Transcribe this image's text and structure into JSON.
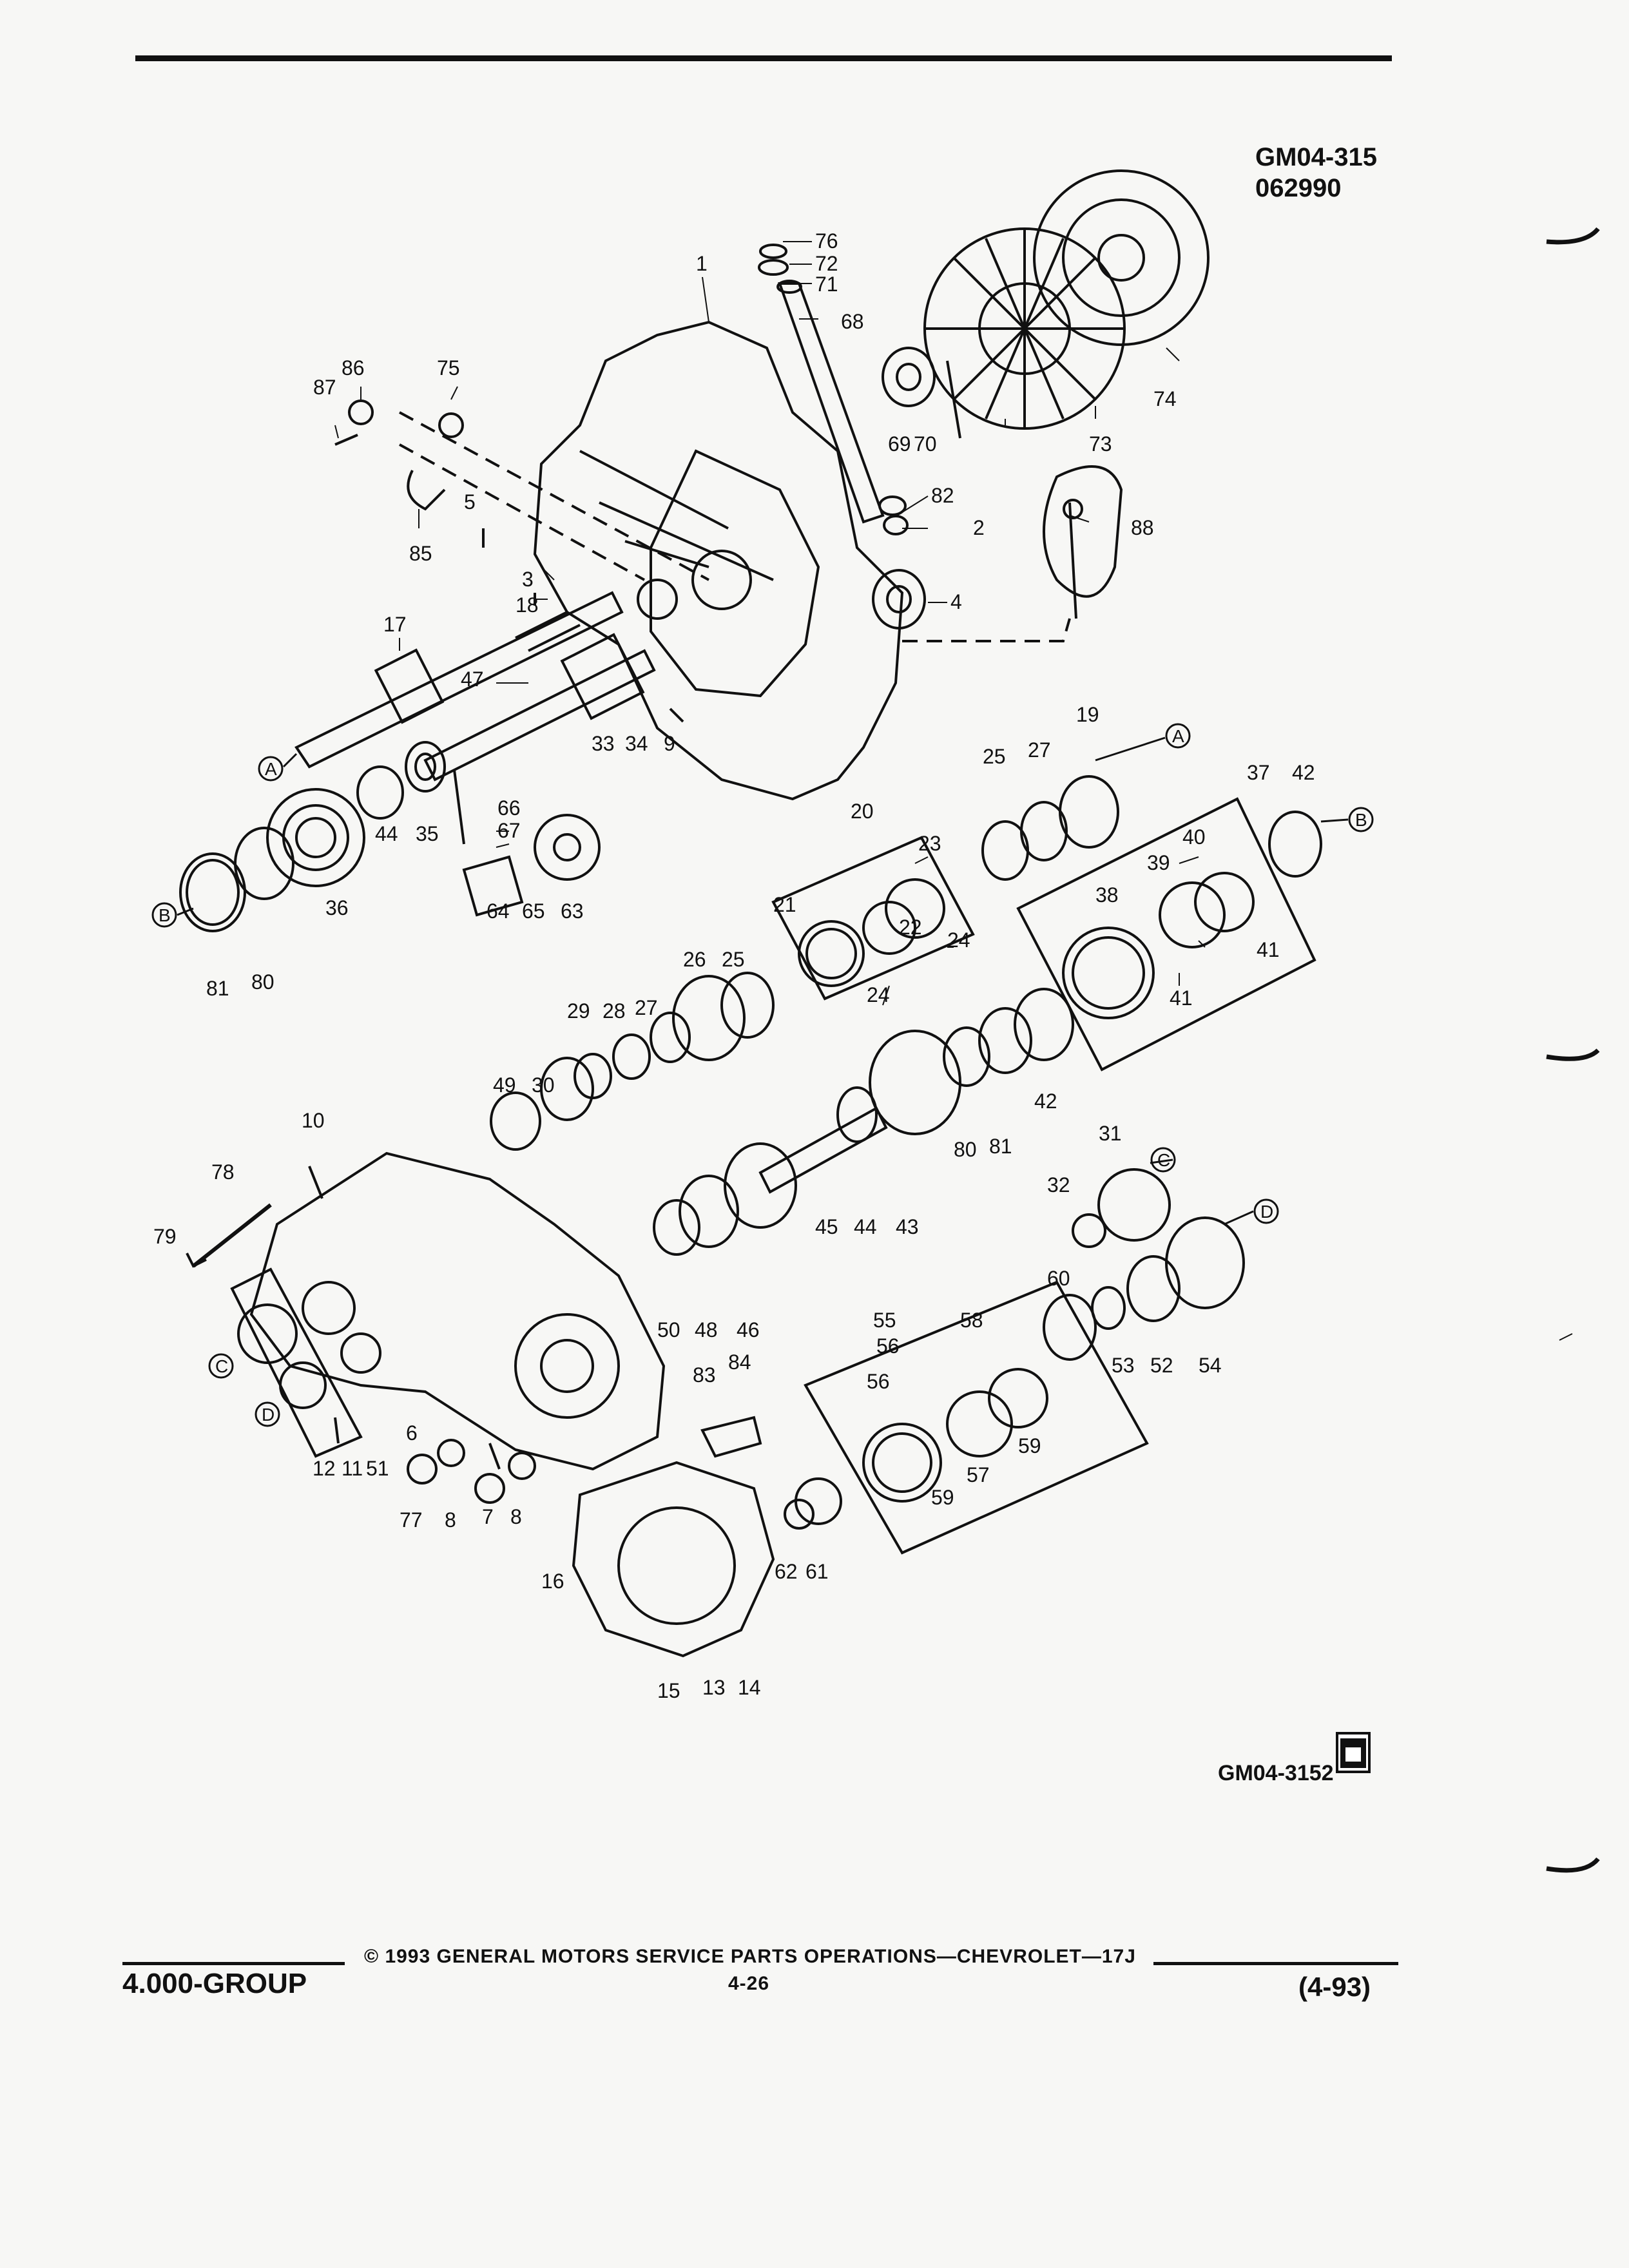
{
  "header": {
    "code_line1": "GM04-315",
    "code_line2": "062990"
  },
  "figure_code": "GM04-3152",
  "footer": {
    "group": "4.000-GROUP",
    "copyright": "© 1993 GENERAL MOTORS SERVICE PARTS OPERATIONS—CHEVROLET—17J",
    "page": "4-26",
    "revision": "(4-93)"
  },
  "diagram": {
    "part_numbers": [
      "1",
      "2",
      "3",
      "4",
      "5",
      "6",
      "7",
      "8",
      "9",
      "10",
      "11",
      "12",
      "13",
      "14",
      "15",
      "16",
      "17",
      "18",
      "19",
      "20",
      "21",
      "22",
      "23",
      "24",
      "25",
      "26",
      "27",
      "28",
      "29",
      "30",
      "31",
      "32",
      "33",
      "34",
      "35",
      "36",
      "37",
      "38",
      "39",
      "40",
      "41",
      "42",
      "43",
      "44",
      "45",
      "46",
      "47",
      "48",
      "49",
      "50",
      "51",
      "52",
      "53",
      "54",
      "55",
      "56",
      "57",
      "58",
      "59",
      "60",
      "61",
      "62",
      "63",
      "64",
      "65",
      "66",
      "67",
      "68",
      "69",
      "70",
      "71",
      "72",
      "73",
      "74",
      "75",
      "76",
      "77",
      "78",
      "79",
      "80",
      "81",
      "82",
      "83",
      "84",
      "85",
      "86",
      "87",
      "88"
    ],
    "reference_markers": [
      "A",
      "B",
      "C",
      "D"
    ]
  }
}
